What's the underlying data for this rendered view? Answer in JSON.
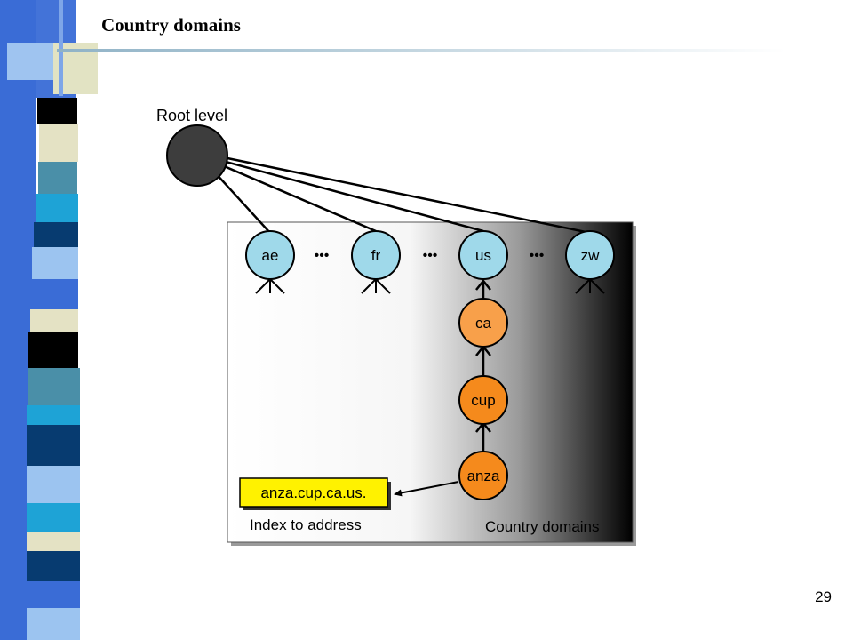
{
  "slide": {
    "title": "Country domains",
    "page_number": "29"
  },
  "diagram": {
    "root_label": "Root level",
    "top_nodes": [
      "ae",
      "fr",
      "us",
      "zw"
    ],
    "ellipsis": "•••",
    "chain_nodes": [
      "ca",
      "cup",
      "anza"
    ],
    "address_box": "anza.cup.ca.us.",
    "index_label": "Index to address",
    "panel_label": "Country domains"
  },
  "colors": {
    "root_node": "#3d3d3d",
    "top_node": "#9fd9ea",
    "ca_node": "#f8a04a",
    "chain_node": "#f58a1c",
    "address_box": "#fff200",
    "stripe_blue": "#3a6cd6",
    "stripe_cream": "#e4e2c4",
    "stripe_teal": "#4a8fa8",
    "stripe_navy": "#073b70",
    "stripe_cyan": "#1ea3d6",
    "stripe_light": "#9cc4f0"
  }
}
